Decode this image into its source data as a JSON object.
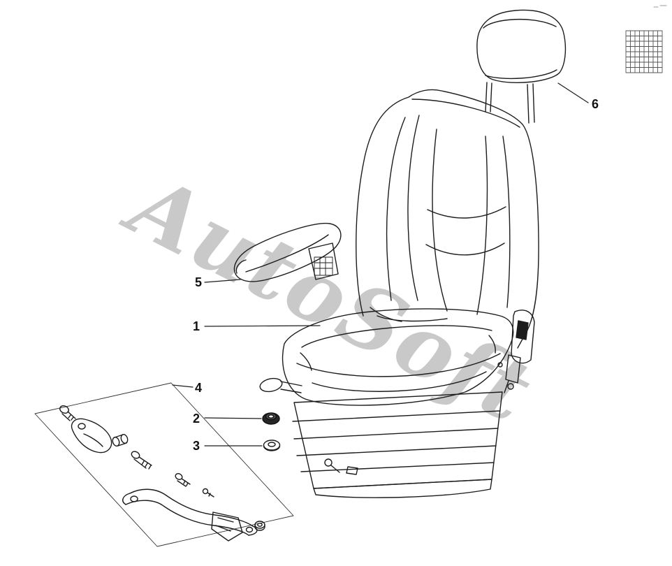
{
  "figure": {
    "watermark": "AutoSoft",
    "callouts": [
      {
        "label": "1",
        "part": "seat-cushion"
      },
      {
        "label": "2",
        "part": "mounting-nut"
      },
      {
        "label": "3",
        "part": "washer"
      },
      {
        "label": "4",
        "part": "mounting-bracket-assembly"
      },
      {
        "label": "5",
        "part": "armrest"
      },
      {
        "label": "6",
        "part": "headrest"
      }
    ],
    "colors": {
      "line": "#1c1c1c",
      "watermark": "#c9c9c9",
      "background": "#ffffff"
    }
  }
}
